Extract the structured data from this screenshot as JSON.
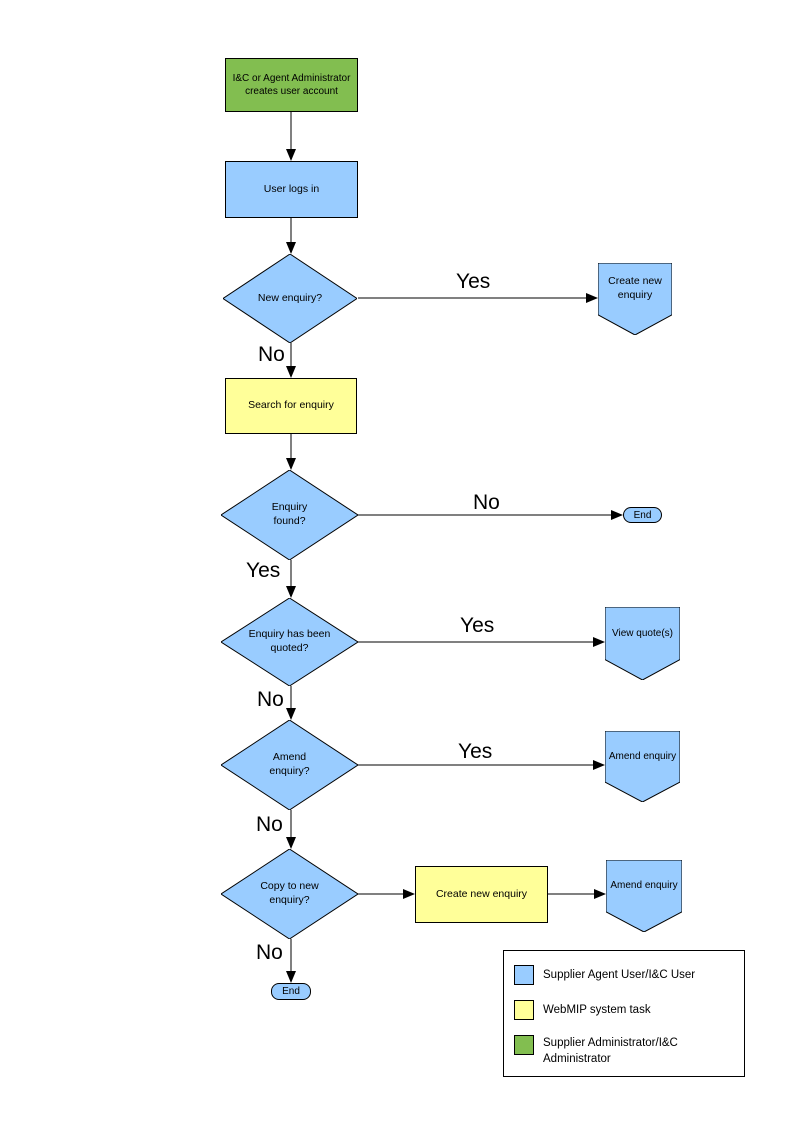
{
  "colors": {
    "user_fill": "#99CCFF",
    "system_fill": "#FFFF99",
    "admin_fill": "#82BE50",
    "line": "#000000"
  },
  "nodes": {
    "create_account": {
      "label": "I&C or Agent Administrator creates user account"
    },
    "user_logs_in": {
      "label": "User logs in"
    },
    "new_enquiry": {
      "label": "New enquiry?"
    },
    "create_new_enquiry_1": {
      "label": "Create new enquiry"
    },
    "search_for_enquiry": {
      "label": "Search for enquiry"
    },
    "enquiry_found": {
      "label": "Enquiry found?"
    },
    "end_1": {
      "label": "End"
    },
    "enquiry_quoted": {
      "label": "Enquiry has been quoted?"
    },
    "view_quotes": {
      "label": "View quote(s)"
    },
    "amend_enquiry_q": {
      "label": "Amend enquiry?"
    },
    "amend_enquiry_1": {
      "label": "Amend enquiry"
    },
    "copy_to_new": {
      "label": "Copy to new enquiry?"
    },
    "create_new_enquiry_2": {
      "label": "Create new enquiry"
    },
    "amend_enquiry_2": {
      "label": "Amend enquiry"
    },
    "end_2": {
      "label": "End"
    }
  },
  "edge_labels": {
    "new_enquiry_yes": "Yes",
    "new_enquiry_no": "No",
    "enquiry_found_no": "No",
    "enquiry_found_yes": "Yes",
    "enquiry_quoted_yes": "Yes",
    "enquiry_quoted_no": "No",
    "amend_yes": "Yes",
    "amend_no": "No",
    "copy_no": "No"
  },
  "legend": {
    "items": [
      {
        "color": "#99CCFF",
        "label": "Supplier Agent User/I&C User"
      },
      {
        "color": "#FFFF99",
        "label": "WebMIP system task"
      },
      {
        "color": "#82BE50",
        "label": "Supplier Administrator/I&C Administrator"
      }
    ]
  }
}
